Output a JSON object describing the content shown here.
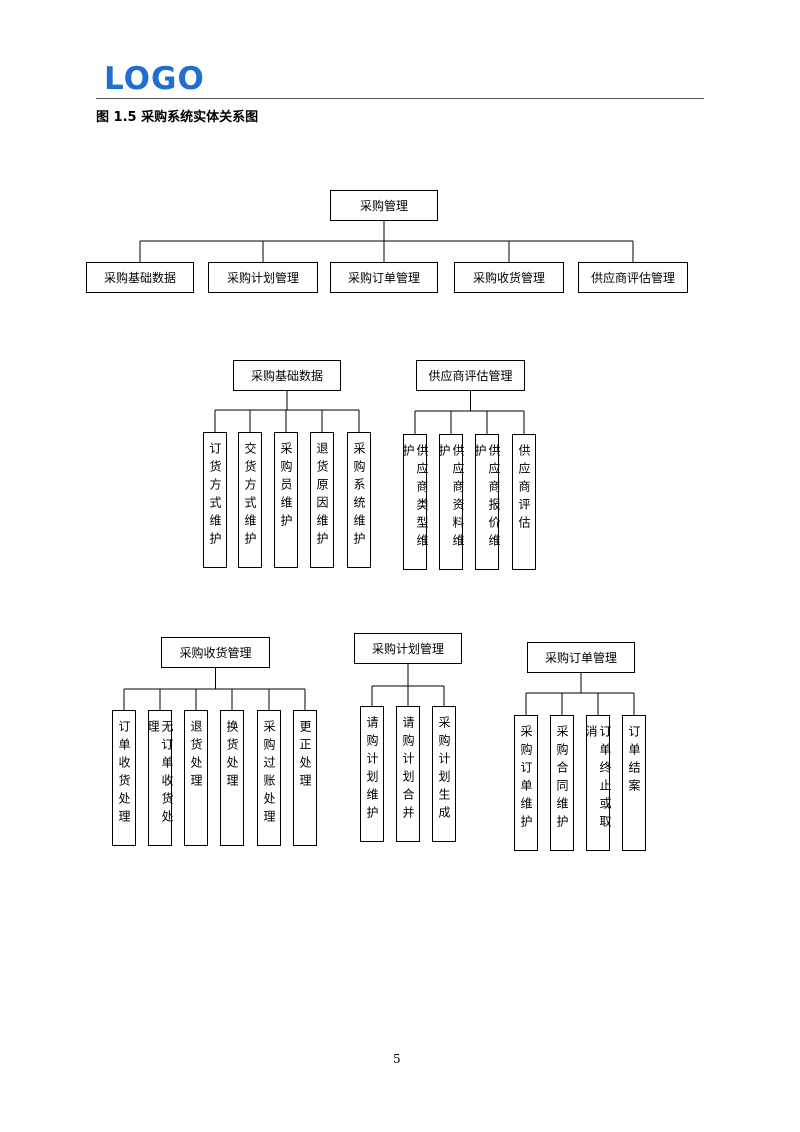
{
  "header": {
    "logo_text": "LOGO",
    "logo_color": "#1f6fd1"
  },
  "figure": {
    "caption": "图 1.5  采购系统实体关系图"
  },
  "diagram": {
    "root": {
      "label": "采购管理",
      "children": [
        "采购基础数据",
        "采购计划管理",
        "采购订单管理",
        "采购收货管理",
        "供应商评估管理"
      ]
    },
    "subtrees": [
      {
        "parent": "采购基础数据",
        "children": [
          "订货方式维护",
          "交货方式维护",
          "采购员维护",
          "退货原因维护",
          "采购系统维护"
        ]
      },
      {
        "parent": "供应商评估管理",
        "children": [
          "供应商类型维护",
          "供应商资料维护",
          "供应商报价维护",
          "供应商评估"
        ]
      },
      {
        "parent": "采购收货管理",
        "children": [
          "订单收货处理",
          "无订单收货处理",
          "退货处理",
          "换货处理",
          "采购过账处理",
          "更正处理"
        ]
      },
      {
        "parent": "采购计划管理",
        "children": [
          "请购计划维护",
          "请购计划合并",
          "采购计划生成"
        ]
      },
      {
        "parent": "采购订单管理",
        "children": [
          "采购订单维护",
          "采购合同维护",
          "订单终止或取消",
          "订单结案"
        ]
      }
    ]
  },
  "footer": {
    "page_number": "5"
  }
}
